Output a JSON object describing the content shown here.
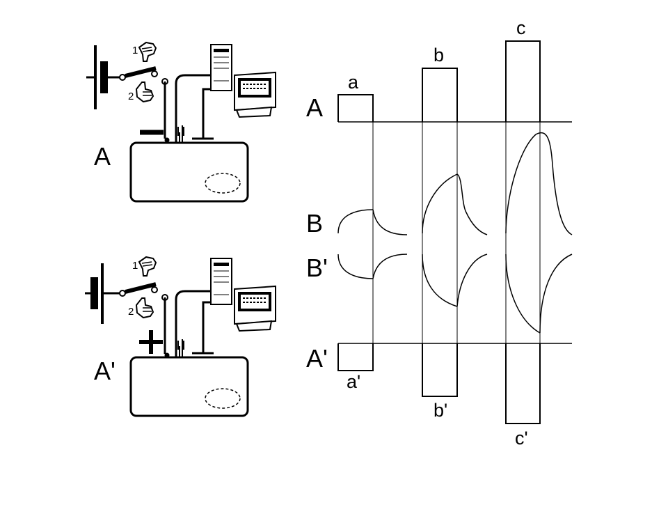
{
  "setups": [
    {
      "label": "A",
      "polarity_symbol": "−",
      "switch_labels": [
        "1",
        "2"
      ]
    },
    {
      "label": "A'",
      "polarity_symbol": "+",
      "switch_labels": [
        "1",
        "2"
      ]
    }
  ],
  "plot": {
    "row_labels": {
      "top": "A",
      "mid_upper": "B",
      "mid_lower": "B'",
      "bottom": "A'"
    },
    "pulses": [
      {
        "top_label": "a",
        "bottom_label": "a'",
        "relative_amplitude": 1
      },
      {
        "top_label": "b",
        "bottom_label": "b'",
        "relative_amplitude": 2
      },
      {
        "top_label": "c",
        "bottom_label": "c'",
        "relative_amplitude": 3
      }
    ]
  },
  "colors": {
    "ink": "#000000",
    "background": "#ffffff"
  }
}
